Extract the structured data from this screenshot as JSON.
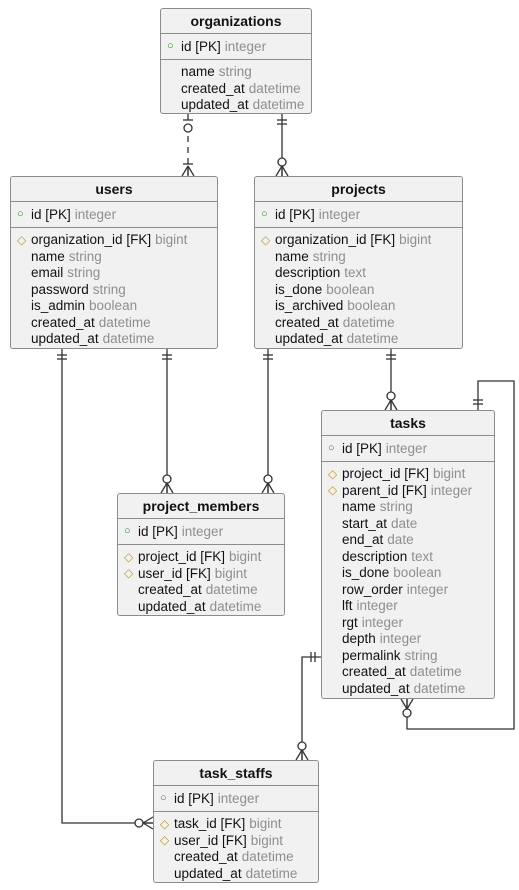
{
  "entities": [
    {
      "id": "organizations",
      "title": "organizations",
      "pk": [
        {
          "name": "id [PK]",
          "type": "integer"
        }
      ],
      "fields": [
        {
          "marker": "",
          "name": "name",
          "type": "string"
        },
        {
          "marker": "",
          "name": "created_at",
          "type": "datetime"
        },
        {
          "marker": "",
          "name": "updated_at",
          "type": "datetime"
        }
      ]
    },
    {
      "id": "users",
      "title": "users",
      "pk": [
        {
          "name": "id [PK]",
          "type": "integer"
        }
      ],
      "fields": [
        {
          "marker": "fk",
          "name": "organization_id [FK]",
          "type": "bigint"
        },
        {
          "marker": "",
          "name": "name",
          "type": "string"
        },
        {
          "marker": "",
          "name": "email",
          "type": "string"
        },
        {
          "marker": "",
          "name": "password",
          "type": "string"
        },
        {
          "marker": "",
          "name": "is_admin",
          "type": "boolean"
        },
        {
          "marker": "",
          "name": "created_at",
          "type": "datetime"
        },
        {
          "marker": "",
          "name": "updated_at",
          "type": "datetime"
        }
      ]
    },
    {
      "id": "projects",
      "title": "projects",
      "pk": [
        {
          "name": "id [PK]",
          "type": "integer"
        }
      ],
      "fields": [
        {
          "marker": "fk",
          "name": "organization_id [FK]",
          "type": "bigint"
        },
        {
          "marker": "",
          "name": "name",
          "type": "string"
        },
        {
          "marker": "",
          "name": "description",
          "type": "text"
        },
        {
          "marker": "",
          "name": "is_done",
          "type": "boolean"
        },
        {
          "marker": "",
          "name": "is_archived",
          "type": "boolean"
        },
        {
          "marker": "",
          "name": "created_at",
          "type": "datetime"
        },
        {
          "marker": "",
          "name": "updated_at",
          "type": "datetime"
        }
      ]
    },
    {
      "id": "tasks",
      "title": "tasks",
      "pk": [
        {
          "name": "id [PK]",
          "type": "integer"
        }
      ],
      "fields": [
        {
          "marker": "fk",
          "name": "project_id [FK]",
          "type": "bigint"
        },
        {
          "marker": "fk",
          "name": "parent_id [FK]",
          "type": "integer"
        },
        {
          "marker": "",
          "name": "name",
          "type": "string"
        },
        {
          "marker": "",
          "name": "start_at",
          "type": "date"
        },
        {
          "marker": "",
          "name": "end_at",
          "type": "date"
        },
        {
          "marker": "",
          "name": "description",
          "type": "text"
        },
        {
          "marker": "",
          "name": "is_done",
          "type": "boolean"
        },
        {
          "marker": "",
          "name": "row_order",
          "type": "integer"
        },
        {
          "marker": "",
          "name": "lft",
          "type": "integer"
        },
        {
          "marker": "",
          "name": "rgt",
          "type": "integer"
        },
        {
          "marker": "",
          "name": "depth",
          "type": "integer"
        },
        {
          "marker": "",
          "name": "permalink",
          "type": "string"
        },
        {
          "marker": "",
          "name": "created_at",
          "type": "datetime"
        },
        {
          "marker": "",
          "name": "updated_at",
          "type": "datetime"
        }
      ]
    },
    {
      "id": "project_members",
      "title": "project_members",
      "pk": [
        {
          "name": "id [PK]",
          "type": "integer"
        }
      ],
      "fields": [
        {
          "marker": "fk",
          "name": "project_id [FK]",
          "type": "bigint"
        },
        {
          "marker": "fk",
          "name": "user_id [FK]",
          "type": "bigint"
        },
        {
          "marker": "",
          "name": "created_at",
          "type": "datetime"
        },
        {
          "marker": "",
          "name": "updated_at",
          "type": "datetime"
        }
      ]
    },
    {
      "id": "task_staffs",
      "title": "task_staffs",
      "pk": [
        {
          "name": "id [PK]",
          "type": "integer"
        }
      ],
      "fields": [
        {
          "marker": "fk",
          "name": "task_id [FK]",
          "type": "bigint"
        },
        {
          "marker": "fk",
          "name": "user_id [FK]",
          "type": "bigint"
        },
        {
          "marker": "",
          "name": "created_at",
          "type": "datetime"
        },
        {
          "marker": "",
          "name": "updated_at",
          "type": "datetime"
        }
      ]
    }
  ],
  "relations": [
    {
      "name": "organizations-users",
      "from": "organizations",
      "to": "users",
      "from_card": "zero-or-one",
      "to_card": "one-or-many",
      "dashed": true
    },
    {
      "name": "organizations-projects",
      "from": "organizations",
      "to": "projects",
      "from_card": "exactly-one",
      "to_card": "zero-or-many",
      "dashed": false
    },
    {
      "name": "users-project_members",
      "from": "users",
      "to": "project_members",
      "from_card": "exactly-one",
      "to_card": "zero-or-many",
      "dashed": false
    },
    {
      "name": "projects-project_members",
      "from": "projects",
      "to": "project_members",
      "from_card": "exactly-one",
      "to_card": "zero-or-many",
      "dashed": false
    },
    {
      "name": "projects-tasks",
      "from": "projects",
      "to": "tasks",
      "from_card": "exactly-one",
      "to_card": "zero-or-many",
      "dashed": false
    },
    {
      "name": "tasks-tasks",
      "from": "tasks",
      "to": "tasks",
      "from_card": "exactly-one",
      "to_card": "zero-or-many",
      "dashed": false
    },
    {
      "name": "tasks-task_staffs",
      "from": "tasks",
      "to": "task_staffs",
      "from_card": "exactly-one",
      "to_card": "zero-or-many",
      "dashed": false
    },
    {
      "name": "users-task_staffs",
      "from": "users",
      "to": "task_staffs",
      "from_card": "exactly-one",
      "to_card": "zero-or-many",
      "dashed": false
    }
  ],
  "colors": {
    "box_fill": "#f1f1f1",
    "border": "#8c8c8c",
    "type_text": "#8e8e8e",
    "pk_marker": "#2a8a2a",
    "fk_marker": "#c8961e",
    "edge": "#333333"
  }
}
